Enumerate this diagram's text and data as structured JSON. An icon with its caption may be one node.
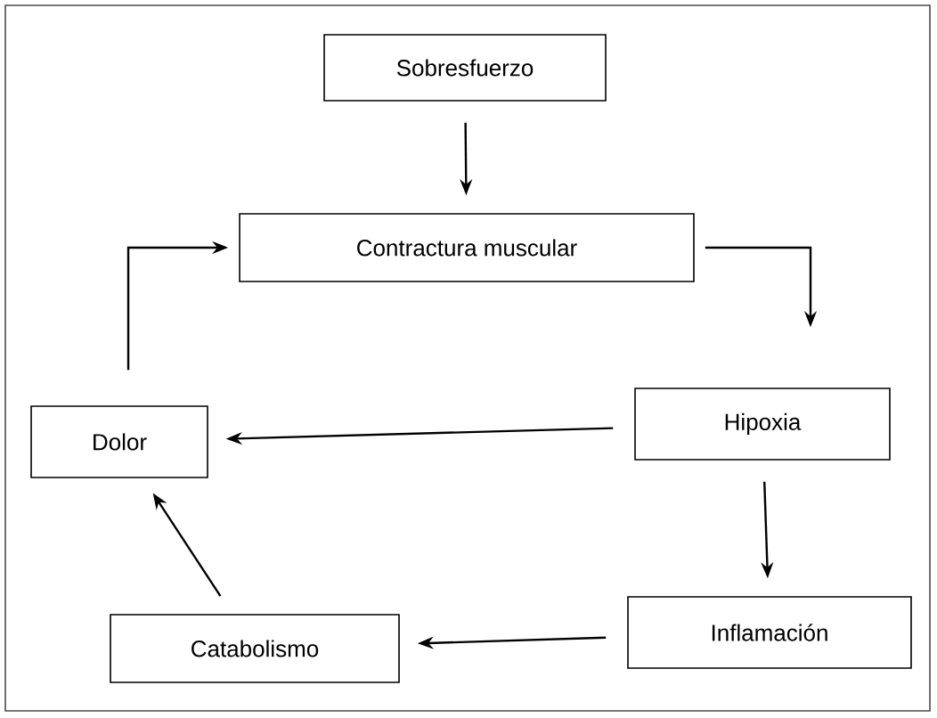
{
  "diagram": {
    "nodes": [
      {
        "text": [
          "Sobresfuerzo"
        ]
      },
      {
        "text": [
          "Contractura muscular"
        ]
      },
      {
        "text": [
          "Hipoxia"
        ]
      },
      {
        "text": [
          "Dolor"
        ]
      },
      {
        "text": [
          "Inflamación"
        ]
      },
      {
        "text": [
          "Catabolismo"
        ]
      }
    ],
    "edges": [
      {
        "from": 0,
        "to": 1,
        "arrow": "to"
      },
      {
        "from": 1,
        "to": 2,
        "arrow": "to"
      },
      {
        "from": 2,
        "to": 3,
        "arrow": "to"
      },
      {
        "from": 2,
        "to": 4,
        "arrow": "to"
      },
      {
        "from": 4,
        "to": 5,
        "arrow": "to"
      },
      {
        "from": 5,
        "to": 3,
        "arrow": "to"
      },
      {
        "from": 3,
        "to": 1,
        "arrow": "to"
      }
    ]
  }
}
